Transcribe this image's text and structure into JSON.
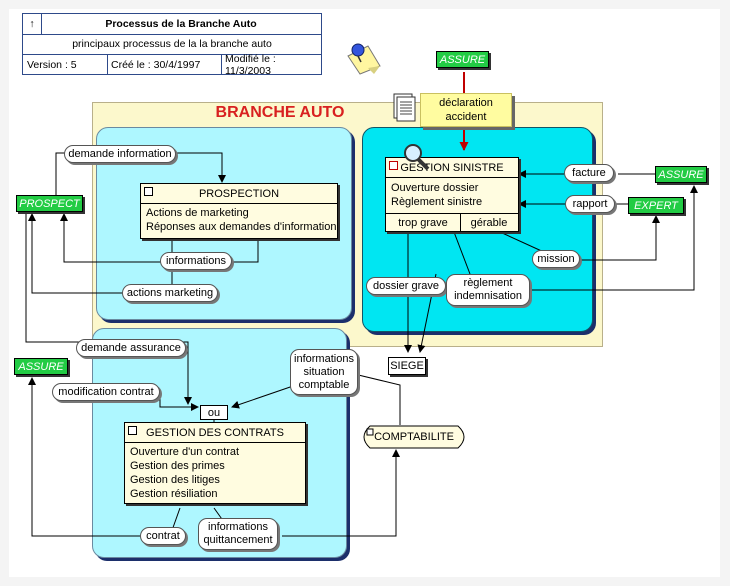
{
  "header": {
    "arrow_glyph": "↑",
    "title": "Processus de la Branche Auto",
    "subtitle": "principaux processus de la la branche auto",
    "version": "Version : 5",
    "created": "Créé le : 30/4/1997",
    "modified": "Modifié le : 11/3/2003"
  },
  "zone_title": "BRANCHE AUTO",
  "prospection": {
    "title": "PROSPECTION",
    "lines": [
      "Actions de marketing",
      "Réponses aux demandes d'information"
    ]
  },
  "gestion_sinistre": {
    "title": "GESTION SINISTRE",
    "lines": [
      "Ouverture dossier",
      "Règlement sinistre"
    ],
    "exits": [
      "trop grave",
      "gérable"
    ]
  },
  "gestion_contrats": {
    "title": "GESTION DES CONTRATS",
    "lines": [
      "Ouverture d'un contrat",
      "Gestion des primes",
      "Gestion des litiges",
      "Gestion résiliation"
    ]
  },
  "actors": {
    "assure_top": "ASSURE",
    "assure_right": "ASSURE",
    "expert": "EXPERT",
    "prospect": "PROSPECT",
    "assure_left": "ASSURE"
  },
  "externals": {
    "siege": "SIEGE",
    "comptabilite": "COMPTABILITE"
  },
  "note": "déclaration accident",
  "flows": {
    "demande_information": "demande information",
    "informations": "informations",
    "actions_marketing": "actions marketing",
    "demande_assurance": "demande assurance",
    "modification_contrat": "modification contrat",
    "ou": "ou",
    "info_situation": "informations situation comptable",
    "contrat": "contrat",
    "info_quittancement": "informations quittancement",
    "facture": "facture",
    "rapport": "rapport",
    "mission": "mission",
    "dossier_grave": "dossier grave",
    "reglement_indemnisation": "règlement indemnisation"
  },
  "colors": {
    "actor": "#22cc44",
    "zone_title": "#d82020",
    "sinistre_zone": "#00e6f2",
    "light_zone": "#aef7ff",
    "outer_zone": "#fcf8cc",
    "decl_arrow": "#c00000"
  }
}
